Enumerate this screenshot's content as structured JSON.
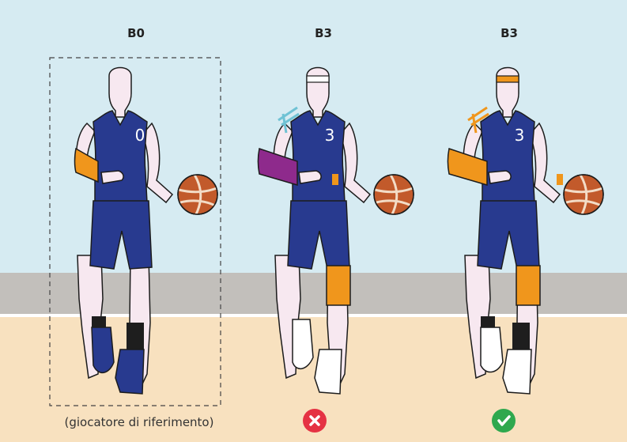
{
  "colors": {
    "sky": "#d6ebf2",
    "wall": "#c2bfbb",
    "floor": "#f8e1bf",
    "skin": "#f7e8f0",
    "jersey": "#283a8f",
    "orange_equipment": "#f0961c",
    "purple_sleeve": "#8e2a8c",
    "blue_tape": "#6fc2d4",
    "ball": "#c25a2b",
    "wrong": "#e53243",
    "right": "#2fa84e"
  },
  "players": [
    {
      "label": "B0",
      "jersey_number": "0",
      "sleeve": "orange",
      "headband": "none",
      "knee_brace": "none",
      "shoulder_tape": "none",
      "shoes": "blue",
      "socks": "black"
    },
    {
      "label": "B3",
      "jersey_number": "3",
      "sleeve": "purple",
      "headband": "white",
      "knee_brace": "orange",
      "shoulder_tape": "light-blue",
      "shoes": "white",
      "socks": "white",
      "verdict_icon": "cross-icon"
    },
    {
      "label": "B3",
      "jersey_number": "3",
      "sleeve": "orange",
      "headband": "orange",
      "knee_brace": "orange",
      "shoulder_tape": "orange",
      "shoes": "white",
      "socks": "black",
      "verdict_icon": "check-icon"
    }
  ],
  "reference_caption": "(giocatore di riferimento)"
}
